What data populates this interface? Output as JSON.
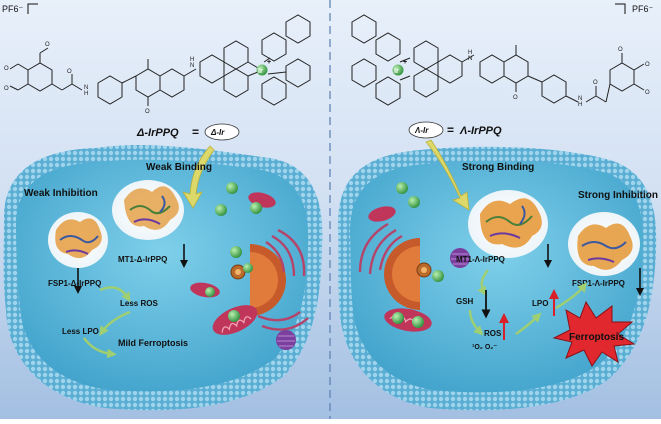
{
  "colors": {
    "bg_top": "#dfe9f6",
    "bg_bottom": "#a9c3e3",
    "cell_fill": "#5ab7d6",
    "cell_dots": "#bfe3f2",
    "divider": "#5a7fb0",
    "text": "#111111",
    "up_arrow": "#d8202a",
    "burst": "#e0282e",
    "ir_badge": "#3aa24a"
  },
  "left_panel": {
    "counterion": "PF6⁻",
    "equation_lhs": "Δ-IrPPQ",
    "equals": "=",
    "badge": "Δ-Ir",
    "binding": "Weak Binding",
    "inhibition": "Weak Inhibition",
    "mt1_label": "MT1-Δ-IrPPQ",
    "fsp1_label": "FSP1-Δ-IrPPQ",
    "less_ros": "Less ROS",
    "less_lpo": "Less LPO",
    "outcome": "Mild Ferroptosis"
  },
  "right_panel": {
    "counterion": "PF6⁻",
    "badge": "Λ-Ir",
    "equals": "=",
    "equation_rhs": "Λ-IrPPQ",
    "binding": "Strong Binding",
    "inhibition": "Strong Inhibition",
    "mt1_label": "MT1-Λ-IrPPQ",
    "fsp1_label": "FSP1-Λ-IrPPQ",
    "gsh": "GSH",
    "ros": "ROS",
    "species": "¹O₂  O₂⁻",
    "lpo": "LPO",
    "outcome": "Ferroptosis"
  },
  "molecule": {
    "metal": "Ir",
    "charge": "+"
  },
  "icons": [
    "ir-complex-badge",
    "protein-complex",
    "nucleus",
    "mitochondrion",
    "endoplasmic-reticulum",
    "lysosome",
    "down-arrow",
    "up-arrow",
    "curved-arrow",
    "ferroptosis-burst"
  ]
}
